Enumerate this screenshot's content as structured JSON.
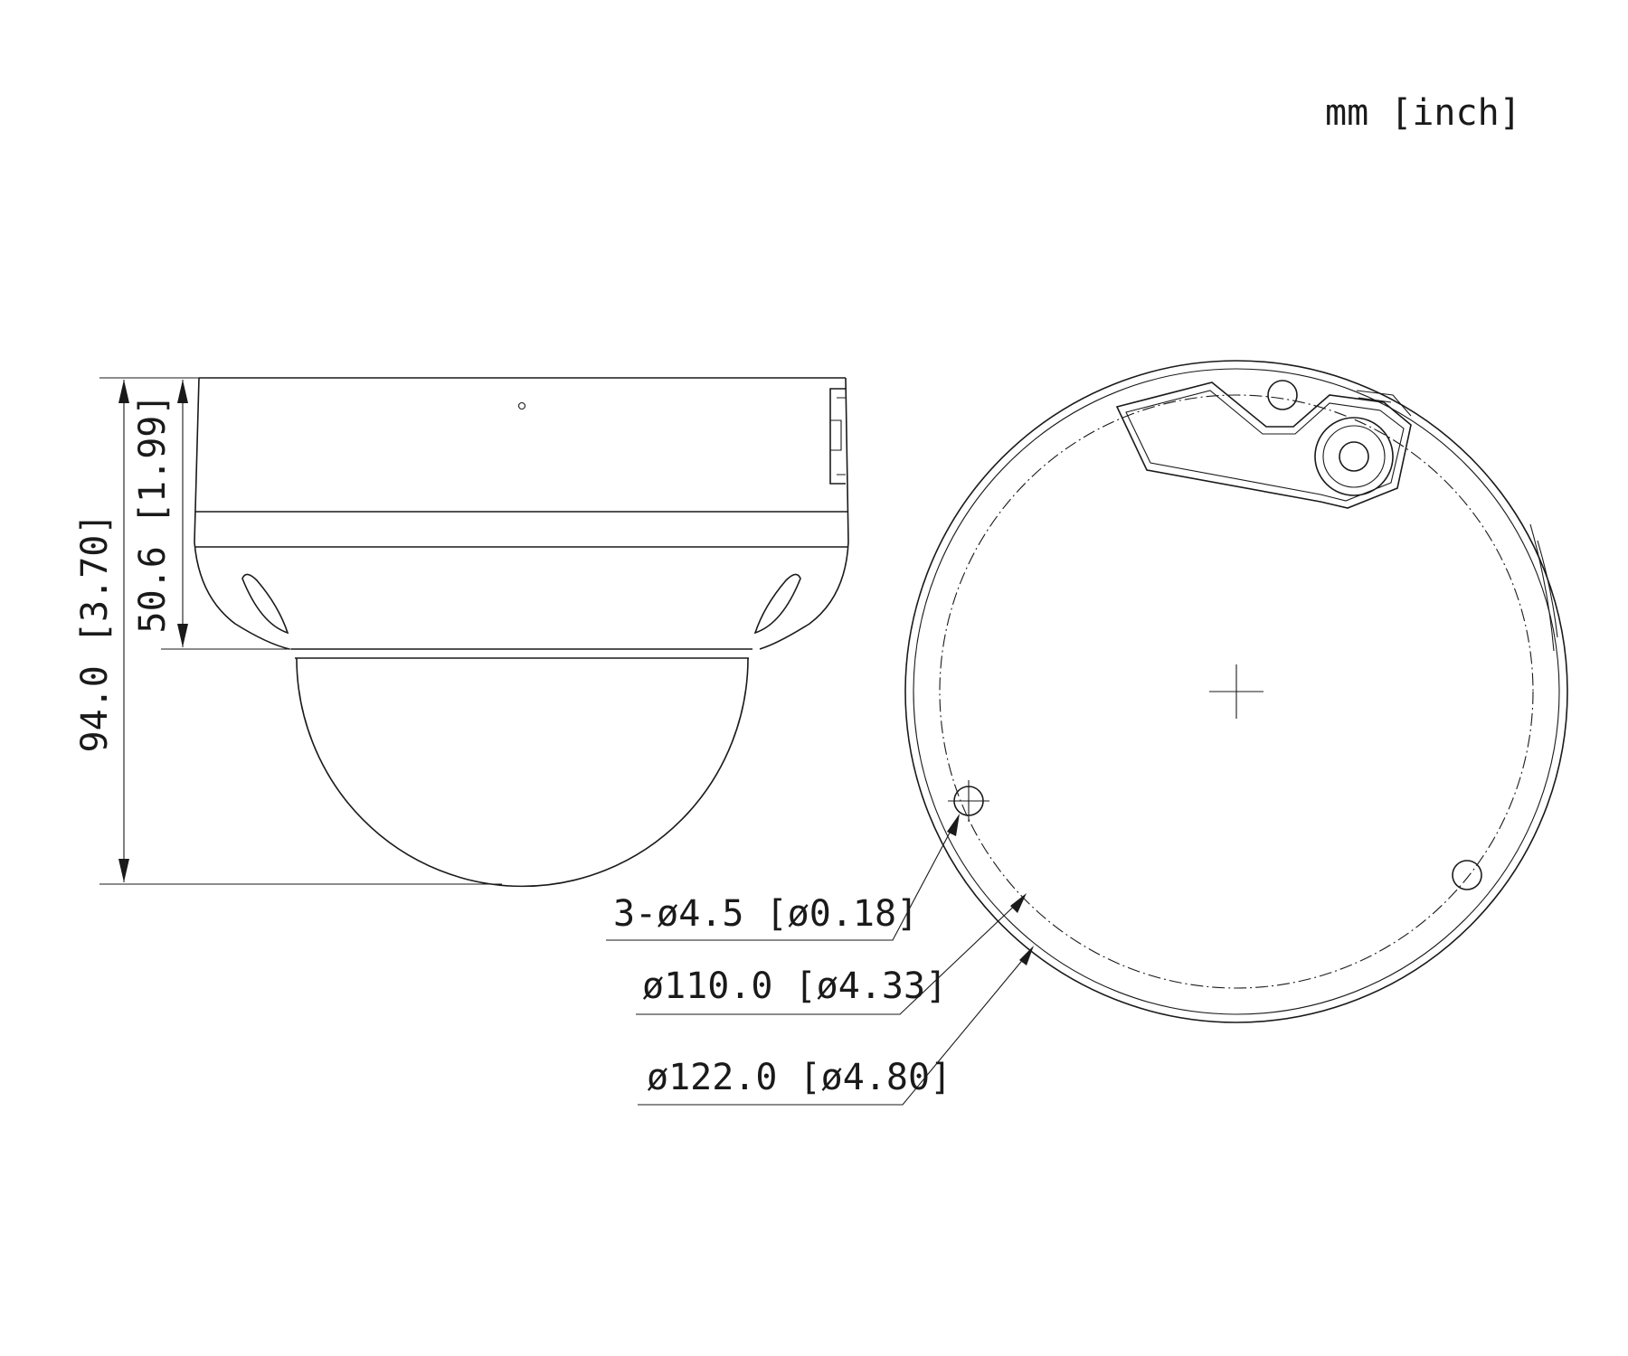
{
  "units_label": "mm [inch]",
  "side_view": {
    "overall_height_label": "94.0 [3.70]",
    "base_height_label": "50.6 [1.99]"
  },
  "top_view": {
    "hole_label": "3-ø4.5 [ø0.18]",
    "hole_circle_label": "ø110.0 [ø4.33]",
    "outer_diameter_label": "ø122.0 [ø4.80]"
  }
}
